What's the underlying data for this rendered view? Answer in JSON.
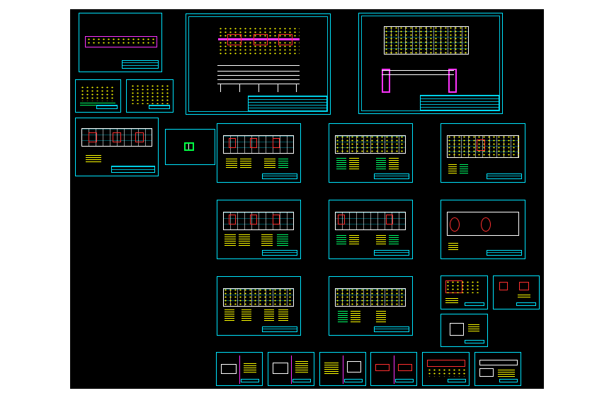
{
  "viewport": {
    "background": "#000000",
    "frame_color": "#00e5ff",
    "accent_colors": [
      "#ffff00",
      "#ff33ff",
      "#ff3030",
      "#00ff66",
      "#ffffff"
    ]
  },
  "sheets": [
    {
      "id": "elevation-strip"
    },
    {
      "id": "foundation-layout"
    },
    {
      "id": "roof-plan"
    },
    {
      "id": "detail-small-a"
    },
    {
      "id": "detail-small-b"
    },
    {
      "id": "column-plan"
    },
    {
      "id": "section-symbol"
    },
    {
      "id": "floor-plan-1"
    },
    {
      "id": "floor-plan-2"
    },
    {
      "id": "floor-plan-3"
    },
    {
      "id": "floor-plan-4"
    },
    {
      "id": "floor-plan-5"
    },
    {
      "id": "floor-plan-6"
    },
    {
      "id": "floor-plan-7"
    },
    {
      "id": "floor-plan-8"
    },
    {
      "id": "detail-c"
    },
    {
      "id": "detail-d"
    },
    {
      "id": "detail-e"
    },
    {
      "id": "stair-detail-1"
    },
    {
      "id": "stair-detail-2"
    },
    {
      "id": "stair-detail-3"
    },
    {
      "id": "stair-detail-4"
    },
    {
      "id": "stair-detail-5"
    },
    {
      "id": "stair-detail-6"
    }
  ]
}
